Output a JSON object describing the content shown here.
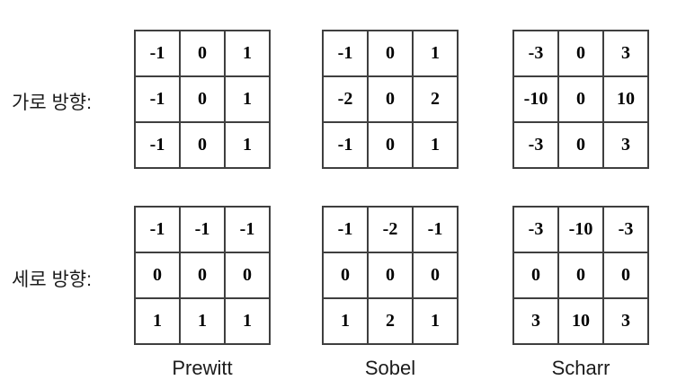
{
  "colors": {
    "background": "#ffffff",
    "grid_line": "#3f3f3f",
    "text": "#000000"
  },
  "rows": [
    {
      "label": "가로 방향:",
      "matrices": [
        {
          "cells": [
            "-1",
            "0",
            "1",
            "-1",
            "0",
            "1",
            "-1",
            "0",
            "1"
          ]
        },
        {
          "cells": [
            "-1",
            "0",
            "1",
            "-2",
            "0",
            "2",
            "-1",
            "0",
            "1"
          ]
        },
        {
          "cells": [
            "-3",
            "0",
            "3",
            "-10",
            "0",
            "10",
            "-3",
            "0",
            "3"
          ]
        }
      ]
    },
    {
      "label": "세로 방향:",
      "matrices": [
        {
          "cells": [
            "-1",
            "-1",
            "-1",
            "0",
            "0",
            "0",
            "1",
            "1",
            "1"
          ]
        },
        {
          "cells": [
            "-1",
            "-2",
            "-1",
            "0",
            "0",
            "0",
            "1",
            "2",
            "1"
          ]
        },
        {
          "cells": [
            "-3",
            "-10",
            "-3",
            "0",
            "0",
            "0",
            "3",
            "10",
            "3"
          ]
        }
      ]
    }
  ],
  "captions": [
    {
      "label": "Prewitt"
    },
    {
      "label": "Sobel"
    },
    {
      "label": "Scharr"
    }
  ]
}
